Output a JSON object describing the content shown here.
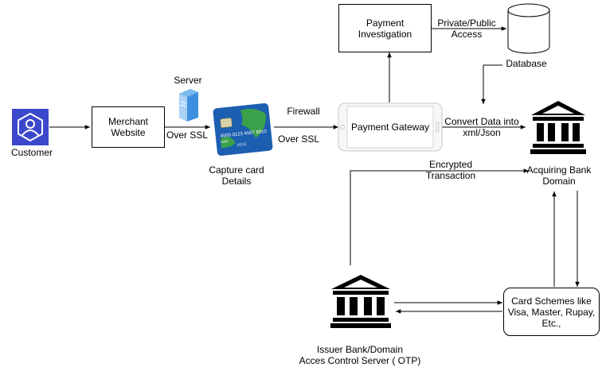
{
  "customer": {
    "label": "Customer"
  },
  "merchant": {
    "line1": "Merchant",
    "line2": "Website"
  },
  "server": {
    "label": "Server"
  },
  "ssl1": {
    "label": "Over SSL"
  },
  "card": {
    "line1": "Capture card",
    "line2": "Details",
    "number_text": "4500 0123 4567 8910",
    "small_text": "4500",
    "date_text": "01/12"
  },
  "firewall": {
    "label": "Firewall"
  },
  "ssl2": {
    "label": "Over SSL"
  },
  "gateway": {
    "label": "Payment Gateway"
  },
  "investigation": {
    "line1": "Payment",
    "line2": "Investigation"
  },
  "access": {
    "line1": "Private/Public",
    "line2": "Access"
  },
  "database": {
    "label": "Database"
  },
  "convert": {
    "line1": "Convert Data into",
    "line2": "xml/Json"
  },
  "acquiring": {
    "line1": "Acquiring Bank",
    "line2": "Domain"
  },
  "encrypted": {
    "line1": "Encrypted",
    "line2": "Transaction"
  },
  "schemes": {
    "line1": "Card Schemes like",
    "line2": "Visa, Master, Rupay,",
    "line3": "Etc.,"
  },
  "issuer": {
    "line1": "Issuer Bank/Domain",
    "line2": "Acces Control Server ( OTP)"
  },
  "colors": {
    "customer_icon": "#3b48cc",
    "server_icon": "#3d8fe0",
    "card_blue": "#1c5fb0",
    "card_green": "#3aa14a",
    "bank_icon": "#000000"
  }
}
